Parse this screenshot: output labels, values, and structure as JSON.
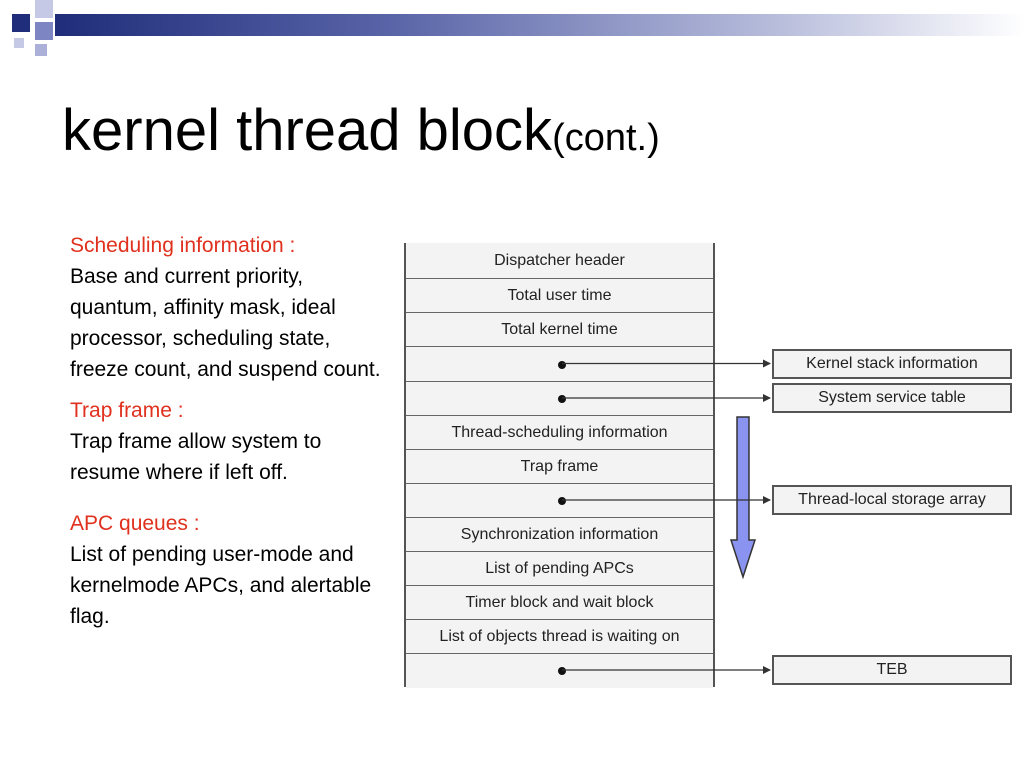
{
  "slide": {
    "title": "kernel thread block",
    "title_suffix": "(cont.)",
    "accent_color": "#1f2d7a",
    "highlight_color": "#e0301e"
  },
  "sections": [
    {
      "heading": "Scheduling information :",
      "body": "Base and current priority, quantum, affinity mask, ideal processor, scheduling state, freeze count, and suspend count."
    },
    {
      "heading": "Trap frame :",
      "body": "Trap frame allow system to resume where if left off."
    },
    {
      "heading": "APC queues :",
      "body": "List of pending user-mode and kernelmode APCs, and alertable flag."
    }
  ],
  "diagram": {
    "rows": [
      {
        "label": "Dispatcher header"
      },
      {
        "label": "Total user time"
      },
      {
        "label": "Total kernel time"
      },
      {
        "label": ""
      },
      {
        "label": ""
      },
      {
        "label": "Thread-scheduling information"
      },
      {
        "label": "Trap frame"
      },
      {
        "label": ""
      },
      {
        "label": "Synchronization information"
      },
      {
        "label": "List of pending APCs"
      },
      {
        "label": "Timer block and wait block"
      },
      {
        "label": "List of objects thread is waiting on"
      },
      {
        "label": ""
      }
    ],
    "pointers": [
      {
        "row": 3,
        "target": "Kernel stack information"
      },
      {
        "row": 4,
        "target": "System service table"
      },
      {
        "row": 7,
        "target": "Thread-local storage array"
      },
      {
        "row": 12,
        "target": "TEB"
      }
    ],
    "flow_arrow_color": "#8a93f0"
  }
}
